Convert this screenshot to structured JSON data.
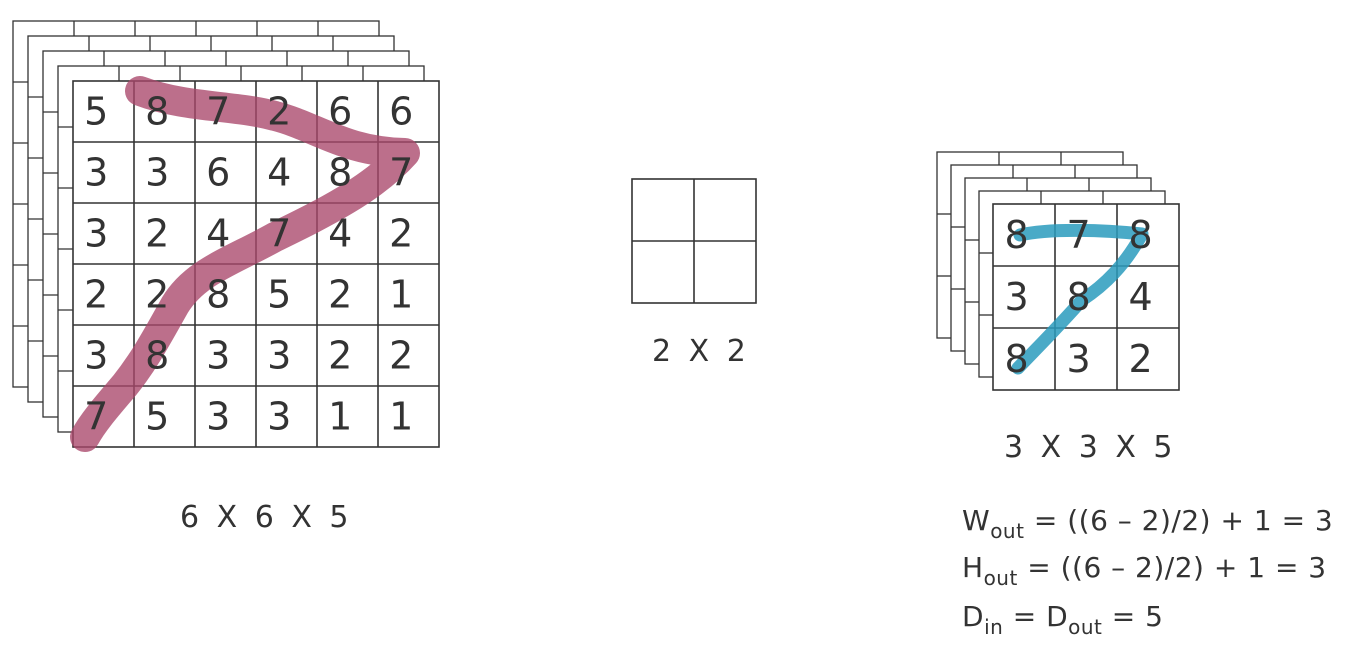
{
  "colors": {
    "grid_line": "#333333",
    "digit_text": "#333333",
    "input_stroke": "#a9466a",
    "output_stroke": "#2a9bbd"
  },
  "input_volume": {
    "label": "6 X 6 X 5",
    "depth_layers": 5,
    "matrix": [
      [
        "5",
        "8",
        "7",
        "2",
        "6",
        "6"
      ],
      [
        "3",
        "3",
        "6",
        "4",
        "8",
        "7"
      ],
      [
        "3",
        "2",
        "4",
        "7",
        "4",
        "2"
      ],
      [
        "2",
        "2",
        "8",
        "5",
        "2",
        "1"
      ],
      [
        "3",
        "8",
        "3",
        "3",
        "2",
        "2"
      ],
      [
        "7",
        "5",
        "3",
        "3",
        "1",
        "1"
      ]
    ]
  },
  "filter": {
    "label": "2 X 2",
    "rows": 2,
    "cols": 2
  },
  "output_volume": {
    "label": "3 X 3 X 5",
    "depth_layers": 5,
    "matrix": [
      [
        "8",
        "7",
        "8"
      ],
      [
        "3",
        "8",
        "4"
      ],
      [
        "8",
        "3",
        "2"
      ]
    ]
  },
  "formulas": {
    "w": {
      "var": "W",
      "sub": "out",
      "rest": " = ((6 – 2)/2) + 1 = 3"
    },
    "h": {
      "var": "H",
      "sub": "out",
      "rest": " = ((6 – 2)/2) + 1 = 3"
    },
    "d": {
      "var1": "D",
      "sub1": "in",
      "mid": " = ",
      "var2": "D",
      "sub2": "out",
      "rest": " = 5"
    }
  }
}
